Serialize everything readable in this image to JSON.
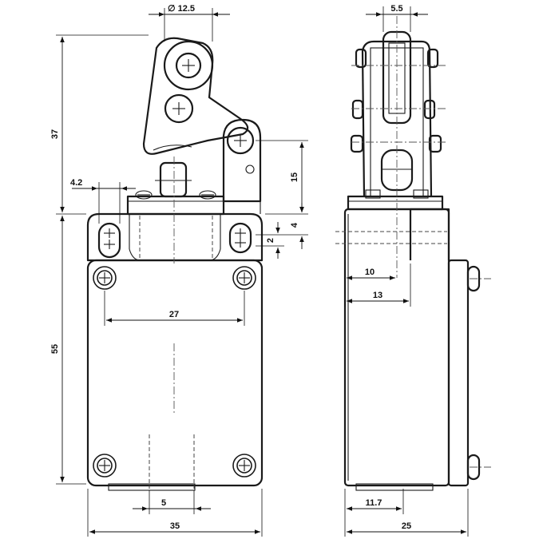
{
  "front_view": {
    "roller_diameter": "∅ 12.5",
    "height_top": "37",
    "height_body": "55",
    "hole_offset": "4.2",
    "screw_spacing": "27",
    "actuator_height": "15",
    "flange_4": "4",
    "flange_2": "2",
    "bottom_slot": "5",
    "width": "35"
  },
  "side_view": {
    "roller_width": "5.5",
    "offset_10": "10",
    "offset_13": "13",
    "bottom_offset": "11.7",
    "depth": "25"
  }
}
